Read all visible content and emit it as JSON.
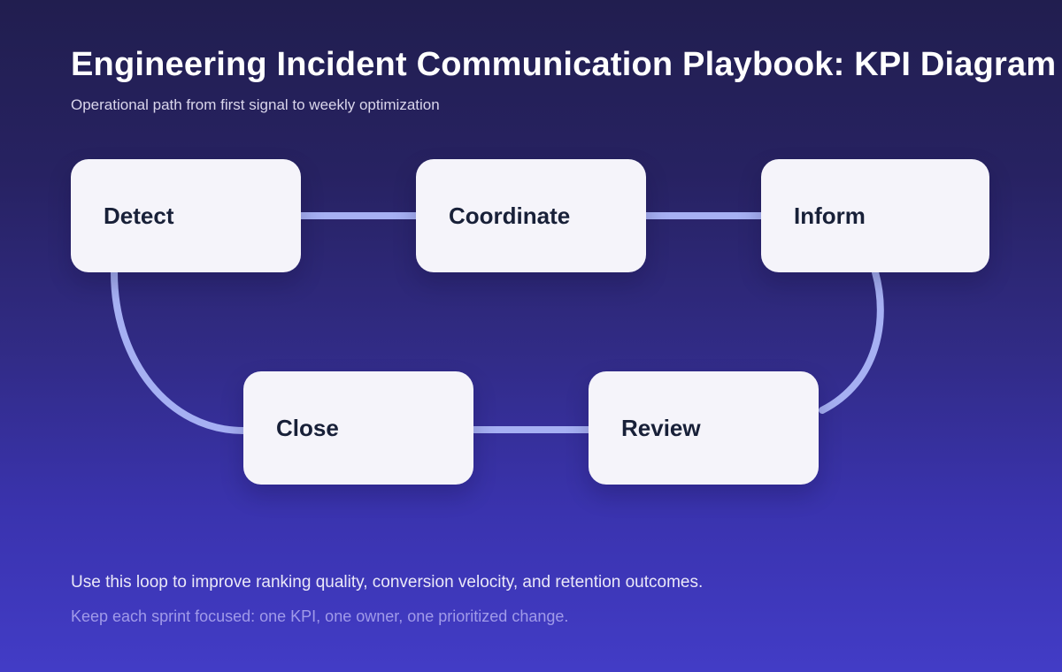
{
  "page": {
    "title": "Engineering Incident Communication Playbook: KPI Diagram",
    "subtitle": "Operational path from first signal to weekly optimization"
  },
  "diagram": {
    "nodes": [
      {
        "id": "detect",
        "label": "Detect"
      },
      {
        "id": "coordinate",
        "label": "Coordinate"
      },
      {
        "id": "inform",
        "label": "Inform"
      },
      {
        "id": "close",
        "label": "Close"
      },
      {
        "id": "review",
        "label": "Review"
      }
    ],
    "edges": [
      {
        "from": "detect",
        "to": "coordinate",
        "style": "straight"
      },
      {
        "from": "coordinate",
        "to": "inform",
        "style": "straight"
      },
      {
        "from": "inform",
        "to": "review",
        "style": "curved"
      },
      {
        "from": "review",
        "to": "close",
        "style": "straight"
      },
      {
        "from": "close",
        "to": "detect",
        "style": "curved"
      }
    ]
  },
  "footer": {
    "line1": "Use this loop to improve ranking quality, conversion velocity, and retention outcomes.",
    "line2": "Keep each sprint focused: one KPI, one owner, one prioritized change."
  },
  "colors": {
    "background_top": "#211e4f",
    "background_bottom": "#423cc6",
    "node_fill": "#f5f4fa",
    "node_text": "#182038",
    "connector": "#a6b0f3",
    "title_text": "#ffffff",
    "subtitle_text": "#dad6ec",
    "footer_primary": "#eae8f8",
    "footer_secondary": "#a09ae9"
  }
}
